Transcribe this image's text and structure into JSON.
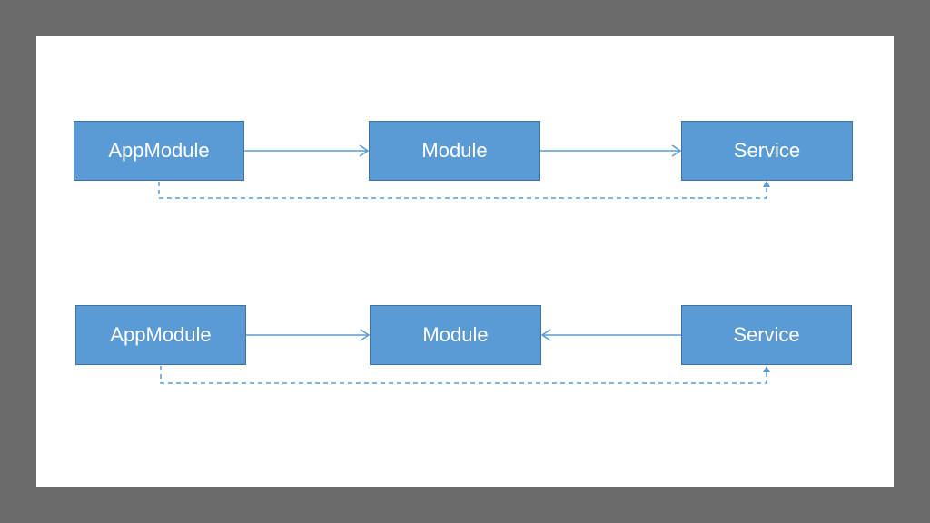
{
  "diagrams": [
    {
      "nodes": {
        "appmodule": "AppModule",
        "module": "Module",
        "service": "Service"
      }
    },
    {
      "nodes": {
        "appmodule": "AppModule",
        "module": "Module",
        "service": "Service"
      }
    }
  ],
  "colors": {
    "node_fill": "#5b9bd5",
    "node_border": "#41719c",
    "connector": "#5b9bd5",
    "background": "#ffffff",
    "frame": "#6b6b6b"
  }
}
